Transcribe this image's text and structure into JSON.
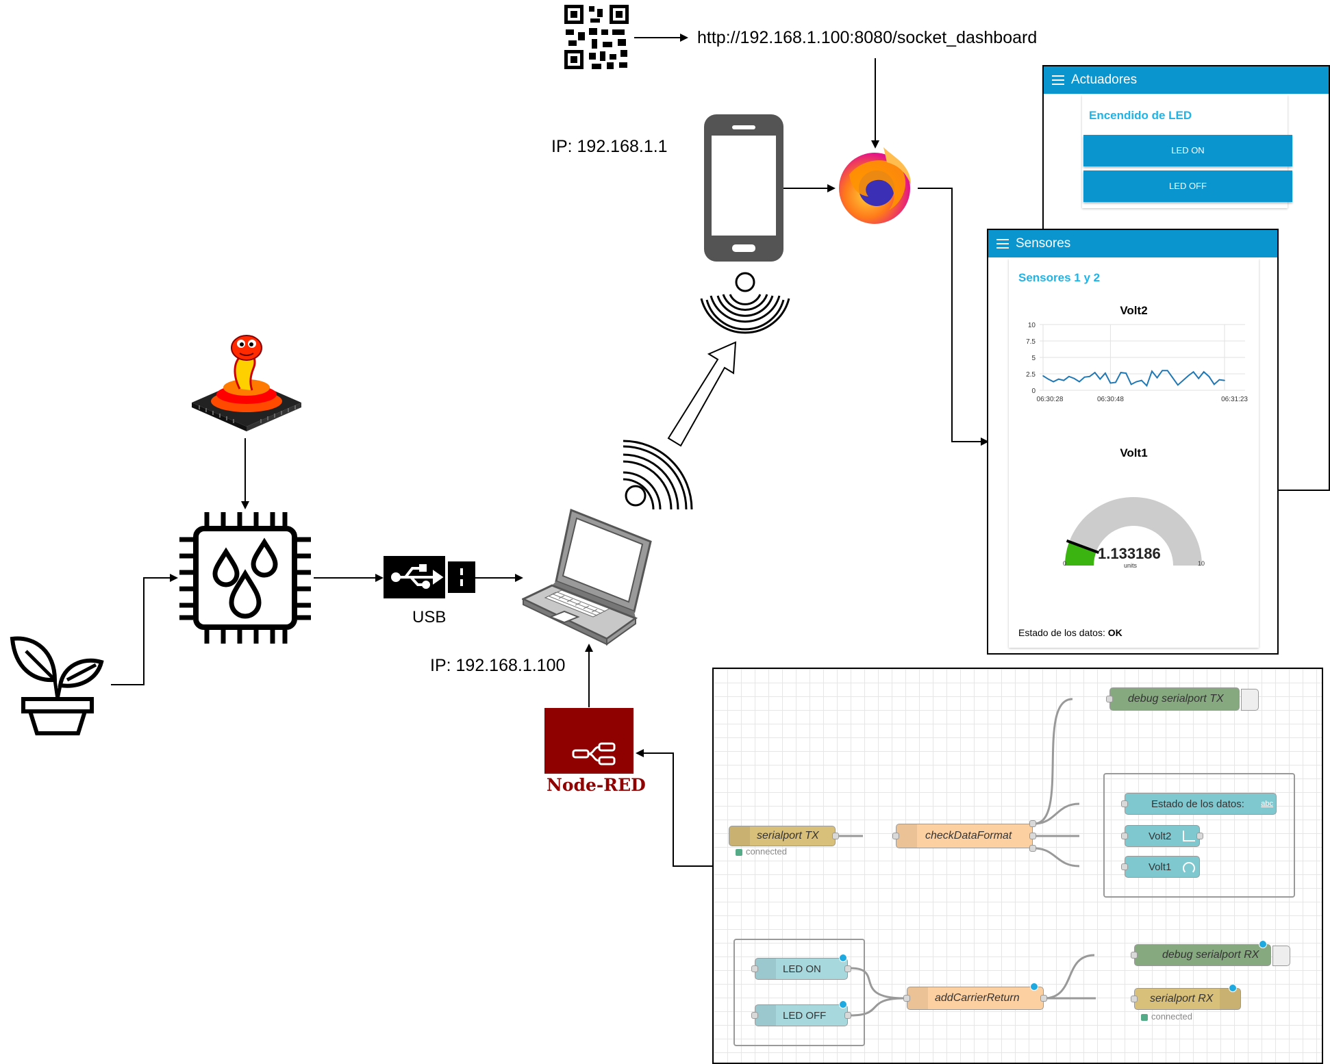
{
  "labels": {
    "url": "http://192.168.1.100:8080/socket_dashboard",
    "phone_ip": "IP: 192.168.1.1",
    "laptop_ip": "IP: 192.168.1.100",
    "usb": "USB",
    "nodered": "Node-RED"
  },
  "actuadores": {
    "title": "Actuadores",
    "group": "Encendido de LED",
    "buttons": [
      "LED ON",
      "LED OFF"
    ]
  },
  "sensores": {
    "title": "Sensores",
    "group": "Sensores 1 y 2",
    "chart_title": "Volt2",
    "gauge_title": "Volt1",
    "gauge_value": "1.133186",
    "gauge_units": "units",
    "gauge_min": "0",
    "gauge_max": "10",
    "status_label": "Estado de los datos:",
    "status_value": "OK"
  },
  "chart_data": {
    "type": "line",
    "title": "Volt2",
    "x_ticks": [
      "06:30:28",
      "06:30:48",
      "06:31:23"
    ],
    "y_ticks": [
      "0",
      "2.5",
      "5",
      "7.5",
      "10"
    ],
    "ylim": [
      0,
      10
    ],
    "values": [
      2.2,
      1.7,
      1.3,
      1.7,
      1.5,
      2.1,
      1.8,
      1.3,
      2.0,
      2.1,
      2.7,
      1.7,
      2.6,
      1.1,
      1.2,
      2.7,
      2.6,
      0.9,
      1.3,
      1.5,
      0.7,
      2.9,
      1.9,
      3.0,
      3.0,
      1.9,
      0.8,
      1.5,
      2.2,
      2.8,
      1.8,
      2.8,
      2.1,
      0.9,
      1.6,
      1.5
    ],
    "grid": true
  },
  "gauge": {
    "value": 1.133186,
    "min": 0,
    "max": 10
  },
  "flow": {
    "serial_tx": "serialport TX",
    "serial_tx_status": "connected",
    "check": "checkDataFormat",
    "debug_tx": "debug serialport TX",
    "estado": "Estado de los datos:",
    "volt2": "Volt2",
    "volt1": "Volt1",
    "led_on": "LED ON",
    "led_off": "LED OFF",
    "add_cr": "addCarrierReturn",
    "debug_rx": "debug serialport RX",
    "serial_rx": "serialport RX",
    "serial_rx_status": "connected",
    "abc_icon": "abc"
  },
  "colors": {
    "accent": "#0a95cf",
    "group_title": "#1fb4e8",
    "nodered": "#8f0000",
    "gauge_fill": "#3bb311",
    "gauge_track": "#cccccc",
    "line": "#1f77b4"
  }
}
